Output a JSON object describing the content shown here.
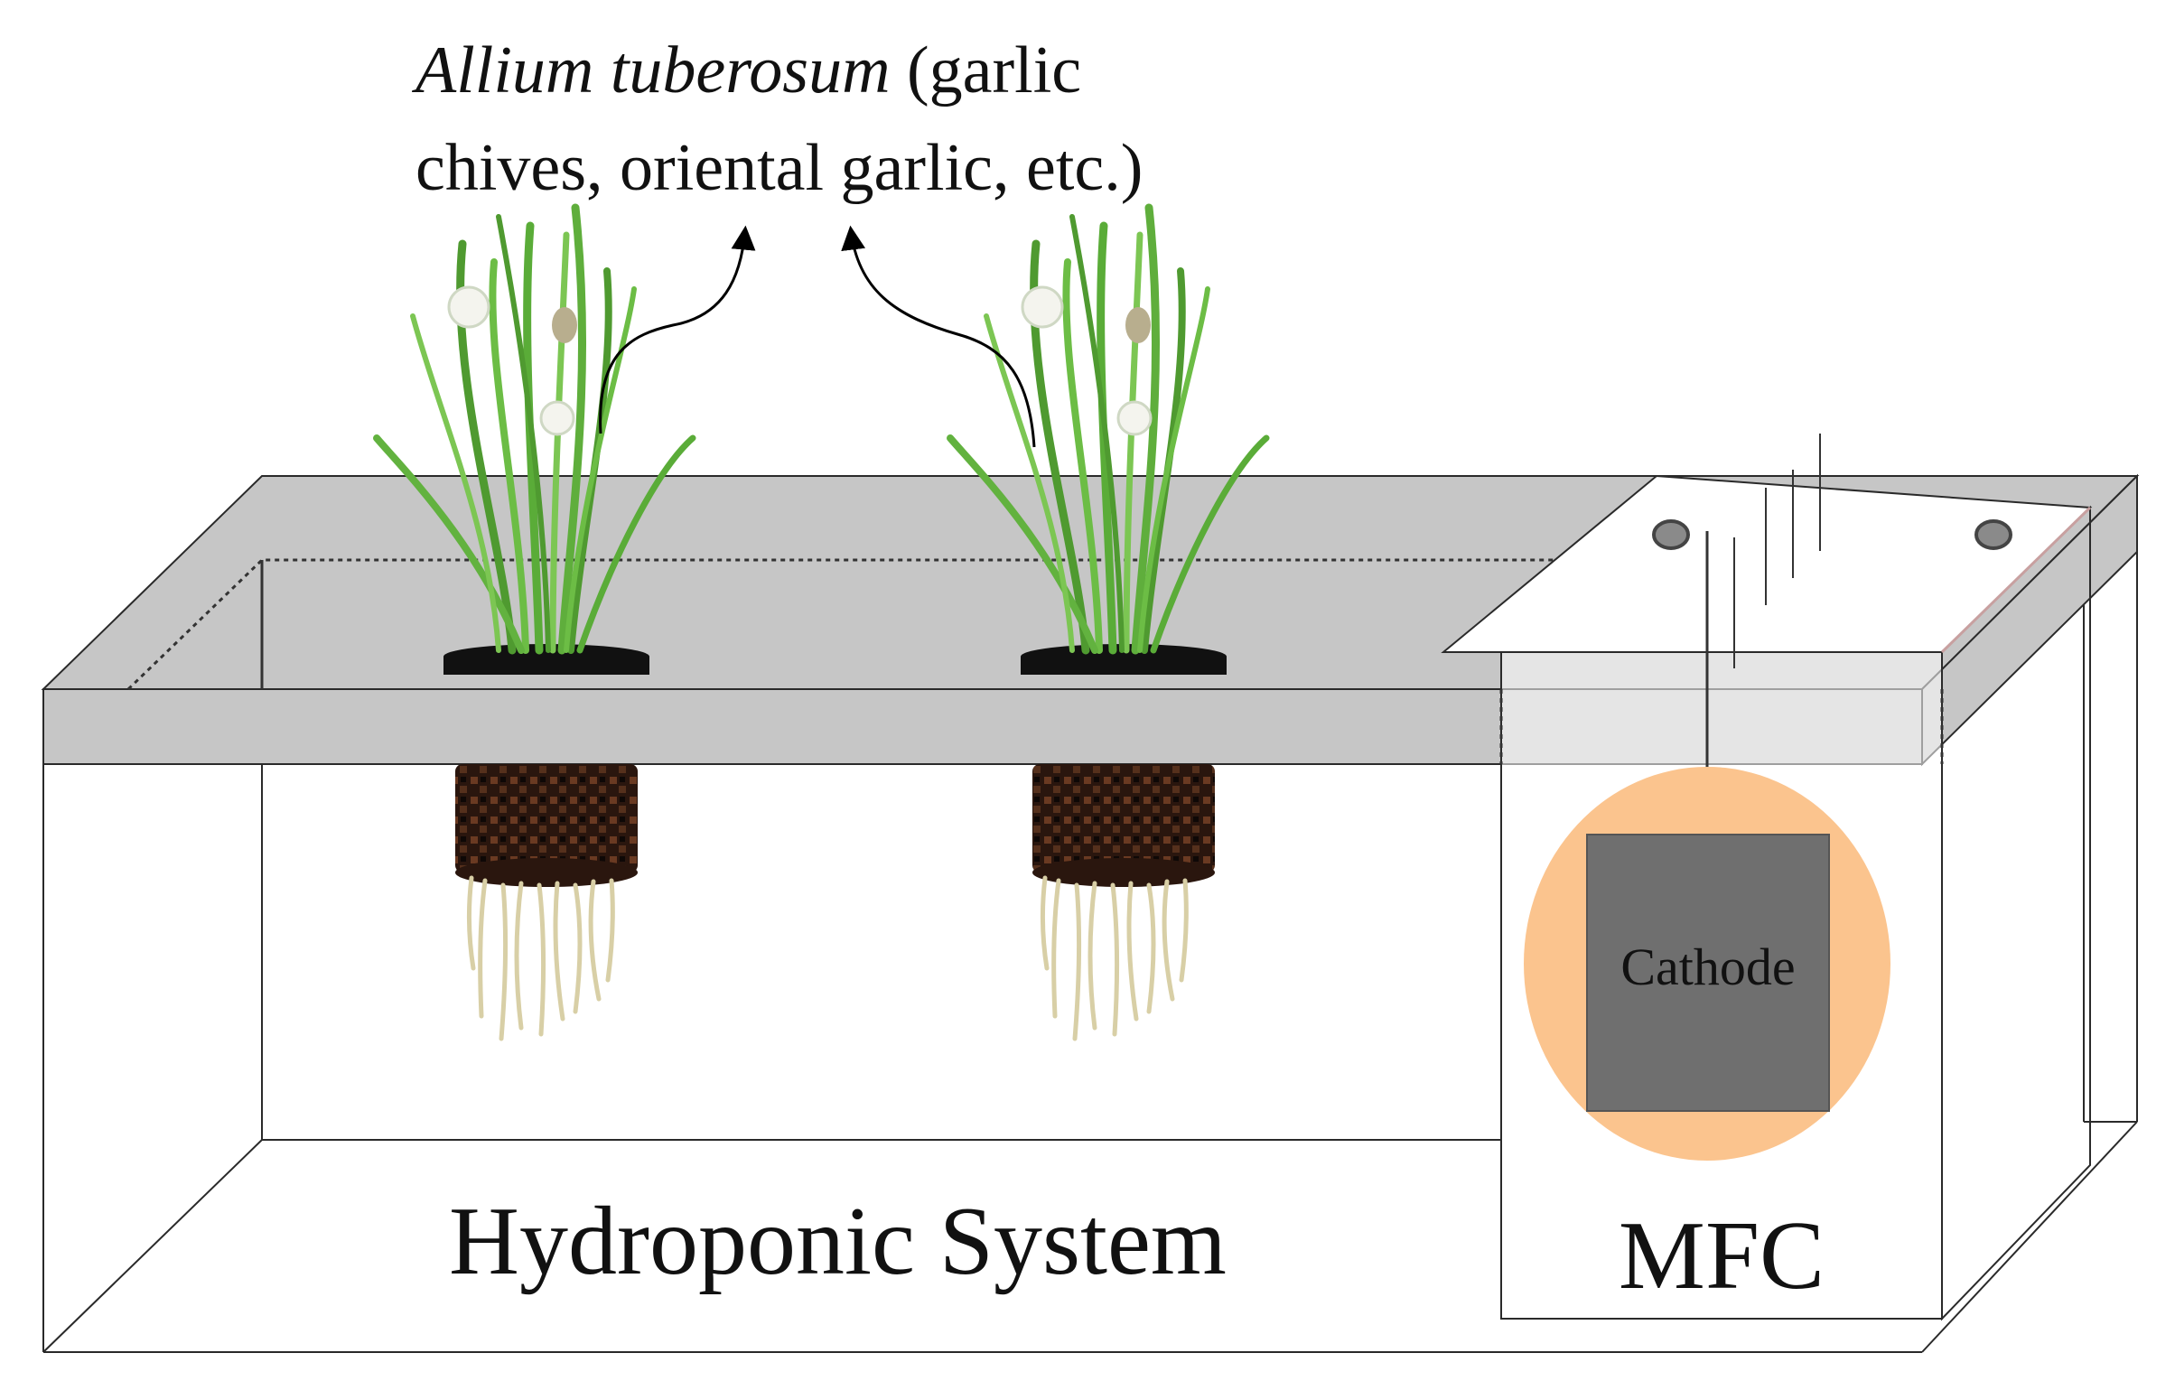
{
  "title": {
    "italic_part": "Allium tuberosum",
    "line1_rest": " (garlic",
    "line2": "chives, oriental garlic, etc.)"
  },
  "labels": {
    "hydroponic_system": "Hydroponic System",
    "mfc": "MFC",
    "cathode": "Cathode"
  },
  "colors": {
    "lid": "#c6c6c6",
    "cathode_ring": "#fbc48e",
    "cathode_plate": "#6f6f6f",
    "pot": "#1a1a1a",
    "leaf": "#5fae3c",
    "roots": "#d8cfa6"
  },
  "plants": [
    {
      "name": "plant-left"
    },
    {
      "name": "plant-right"
    }
  ]
}
